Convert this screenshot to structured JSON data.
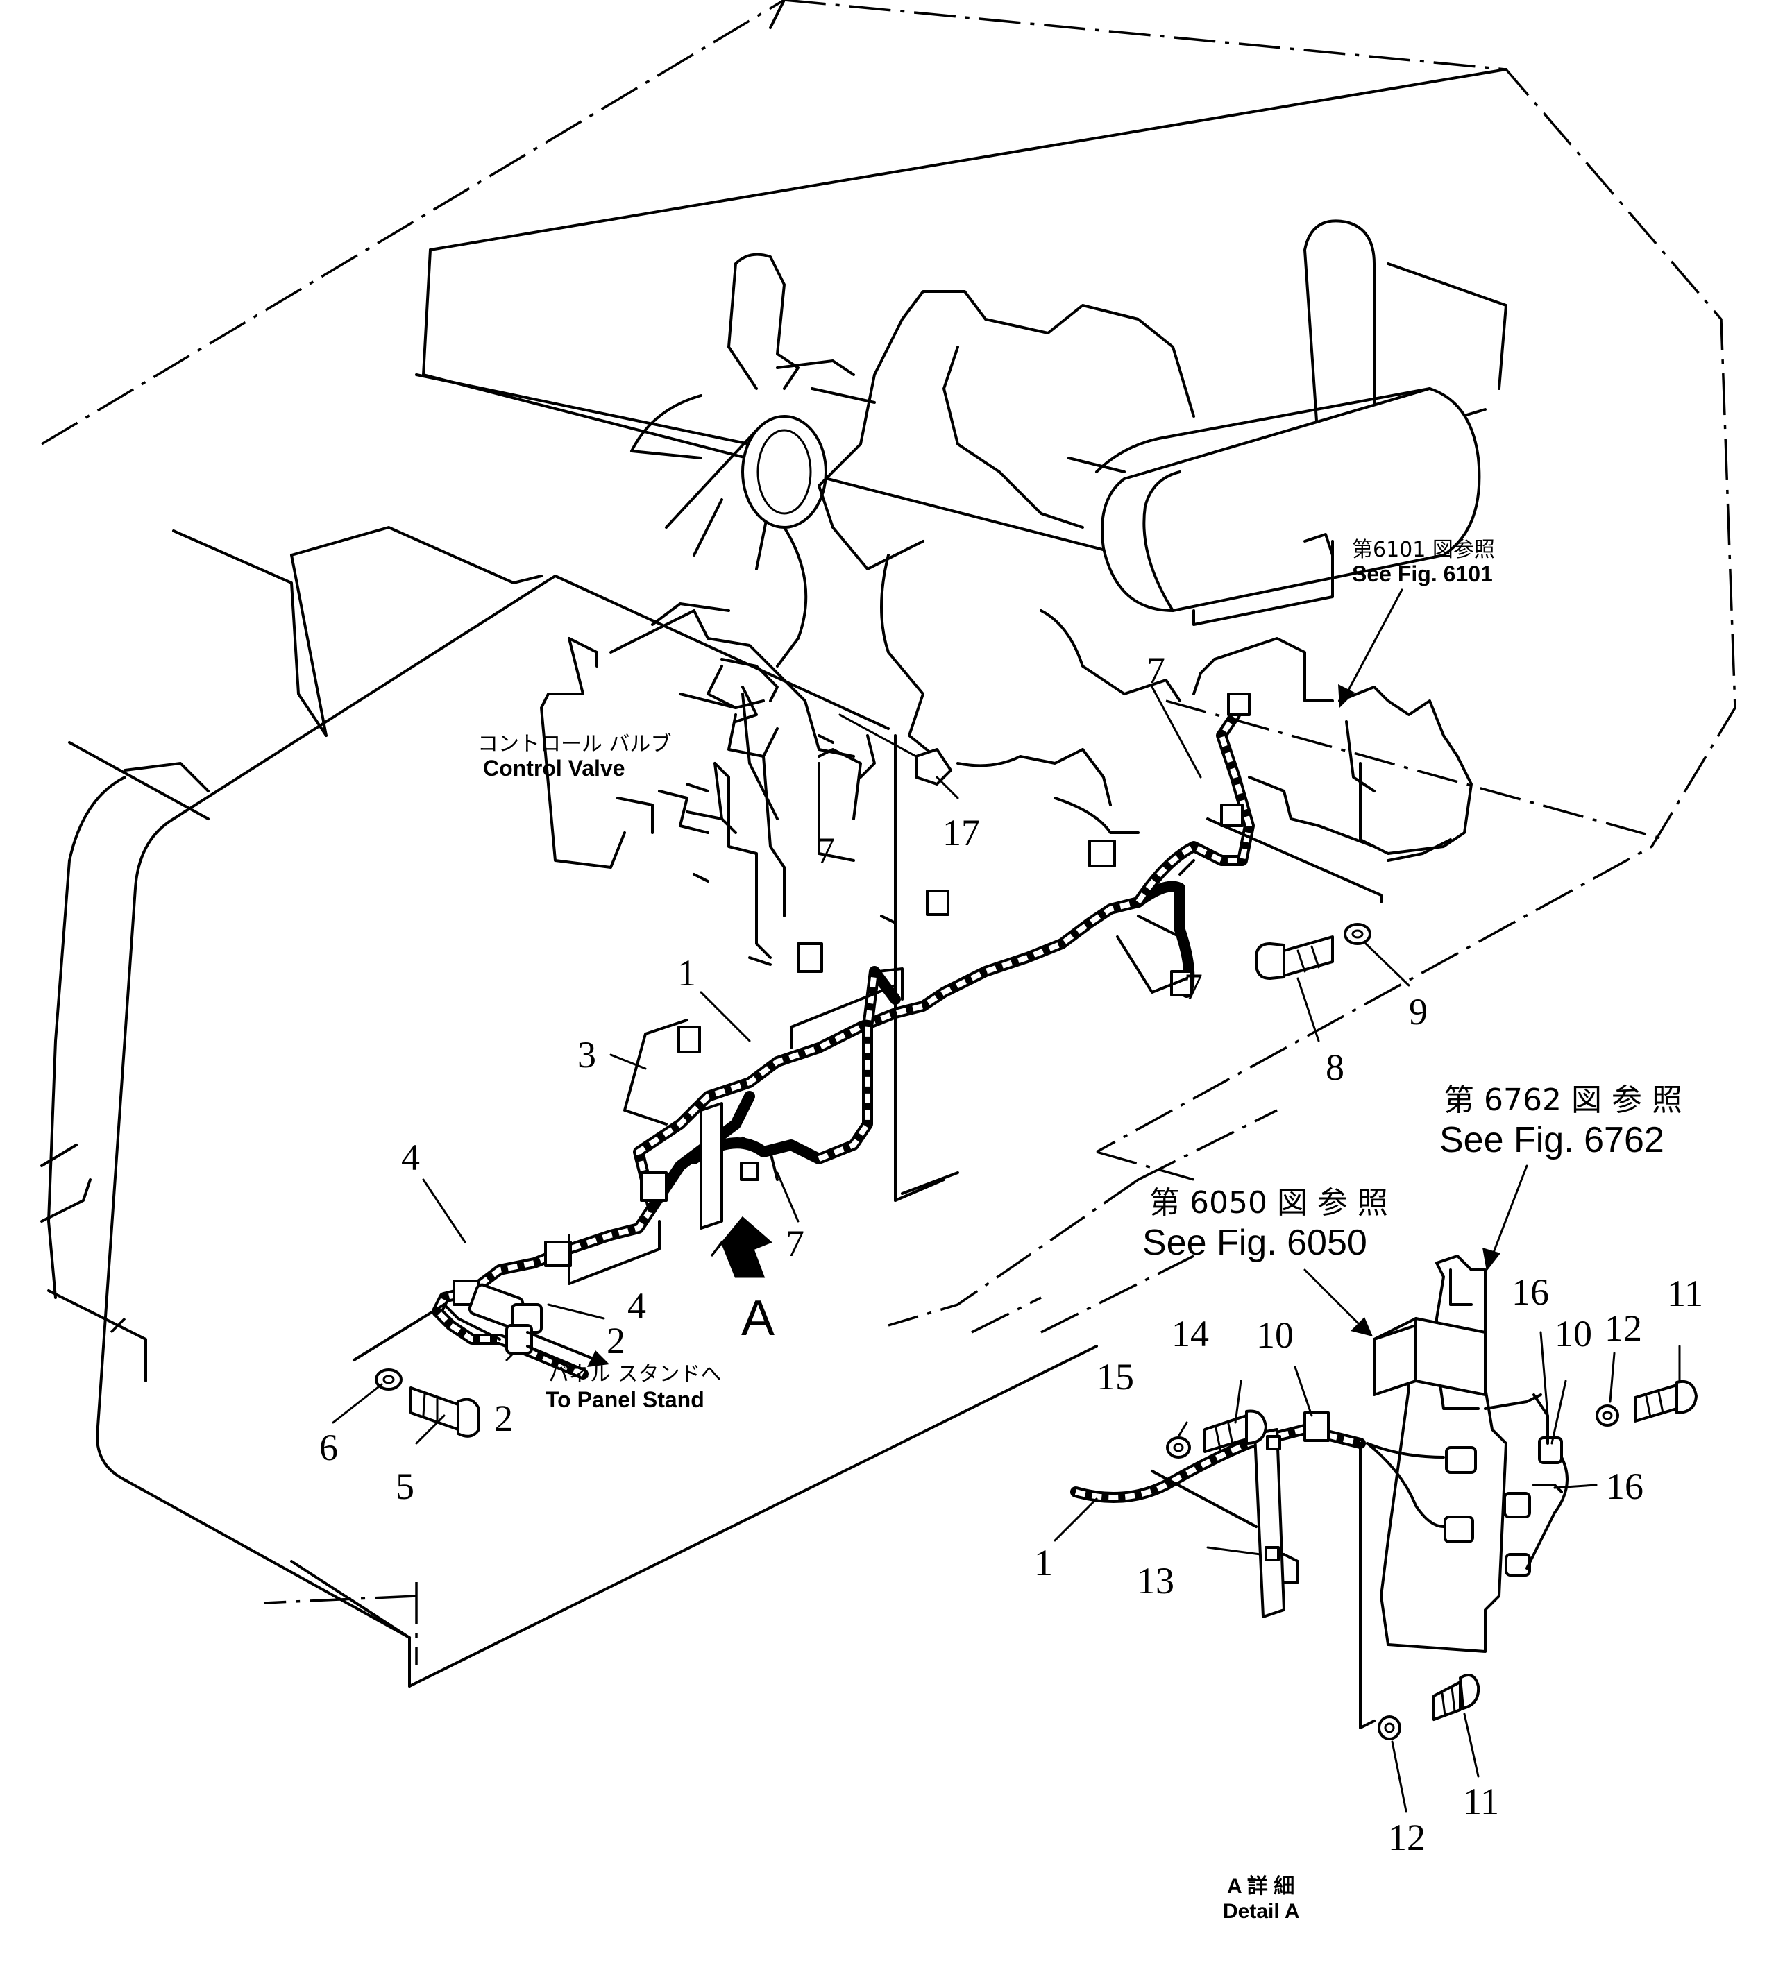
{
  "notes": {
    "fig6101_jp": "第6101 図参照",
    "fig6101_en": "See Fig. 6101",
    "control_valve_jp": "コントロール バルブ",
    "control_valve_en": "Control Valve",
    "fig6762_jp": "第 6762 図 参 照",
    "fig6762_en": "See Fig. 6762",
    "fig6050_jp": "第 6050 図 参 照",
    "fig6050_en": "See Fig. 6050",
    "panel_stand_jp": "パネル スタンドへ",
    "panel_stand_en": "To Panel Stand",
    "view_arrow": "A",
    "detail_jp": "A 詳 細",
    "detail_en": "Detail A"
  },
  "callouts": {
    "c1": "1",
    "c1b": "1",
    "c2": "2",
    "c2b": "2",
    "c3": "3",
    "c4": "4",
    "c4b": "4",
    "c5": "5",
    "c6": "6",
    "c7a": "7",
    "c7b": "7",
    "c7c": "7",
    "c7d": "7",
    "c8": "8",
    "c9": "9",
    "c10a": "10",
    "c10b": "10",
    "c11a": "11",
    "c11b": "11",
    "c12a": "12",
    "c12b": "12",
    "c13": "13",
    "c14": "14",
    "c15": "15",
    "c16a": "16",
    "c16b": "16",
    "c17": "17"
  }
}
